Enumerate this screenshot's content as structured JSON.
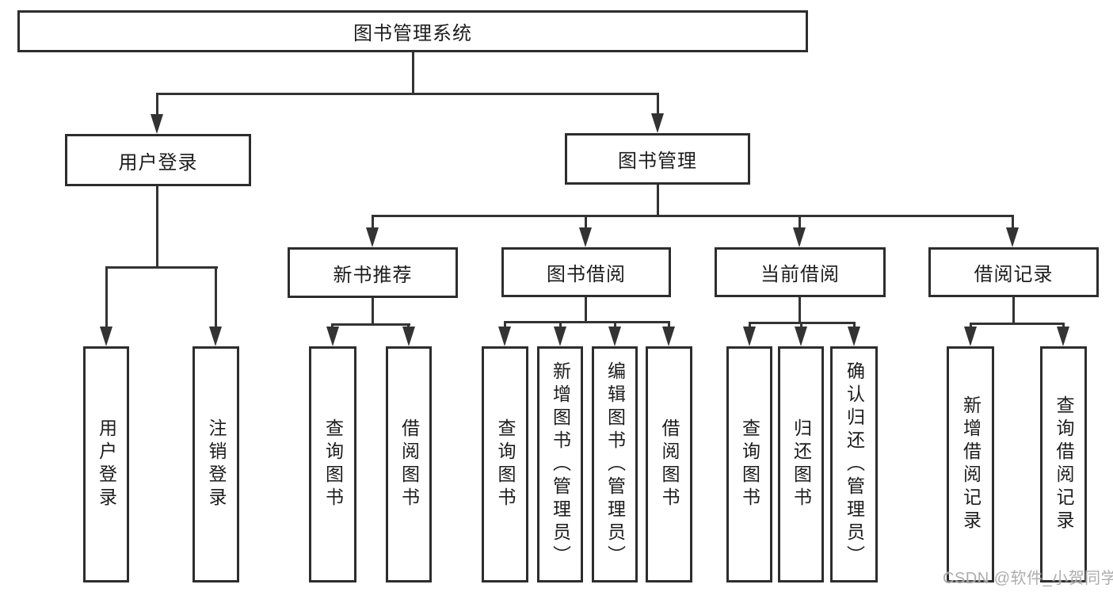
{
  "colors": {
    "background": "#ffffff",
    "line": "#333333",
    "box_border": "#2d2d2d",
    "text": "#1c1c1c",
    "watermark": "#a9a9a9"
  },
  "tree": {
    "root": {
      "label": "图书管理系统"
    },
    "branches": [
      {
        "label": "用户登录",
        "children": [
          {
            "label": "用户登录"
          },
          {
            "label": "注销登录"
          }
        ]
      },
      {
        "label": "图书管理",
        "sections": [
          {
            "label": "新书推荐",
            "children": [
              {
                "label": "查询图书"
              },
              {
                "label": "借阅图书"
              }
            ]
          },
          {
            "label": "图书借阅",
            "children": [
              {
                "label": "查询图书"
              },
              {
                "label": "新增图书（管理员）"
              },
              {
                "label": "编辑图书（管理员）"
              },
              {
                "label": "借阅图书"
              }
            ]
          },
          {
            "label": "当前借阅",
            "children": [
              {
                "label": "查询图书"
              },
              {
                "label": "归还图书"
              },
              {
                "label": "确认归还（管理员）"
              }
            ]
          },
          {
            "label": "借阅记录",
            "children": [
              {
                "label": "新增借阅记录"
              },
              {
                "label": "查询借阅记录"
              }
            ]
          }
        ]
      }
    ]
  },
  "watermark": "CSDN @软件_小贺同学"
}
